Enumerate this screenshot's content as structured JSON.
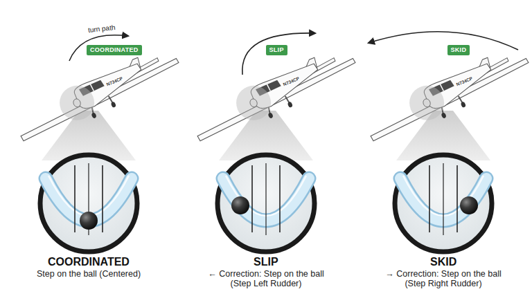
{
  "diagram": {
    "nodes": [
      {
        "text": [
          "COORDINATED"
        ]
      },
      {
        "text": [
          "SLIP"
        ]
      },
      {
        "text": [
          "SKID"
        ]
      }
    ],
    "labels": [
      "turn path",
      "N734CP",
      "N734CP",
      "N734CP",
      "COORDINATED",
      "Step on the ball (Centered)",
      "SLIP",
      "← Correction: Step on the ball (Step Left Rudder)",
      "SKID",
      "→ Correction: Step on the ball (Step Right Rudder)"
    ]
  }
}
